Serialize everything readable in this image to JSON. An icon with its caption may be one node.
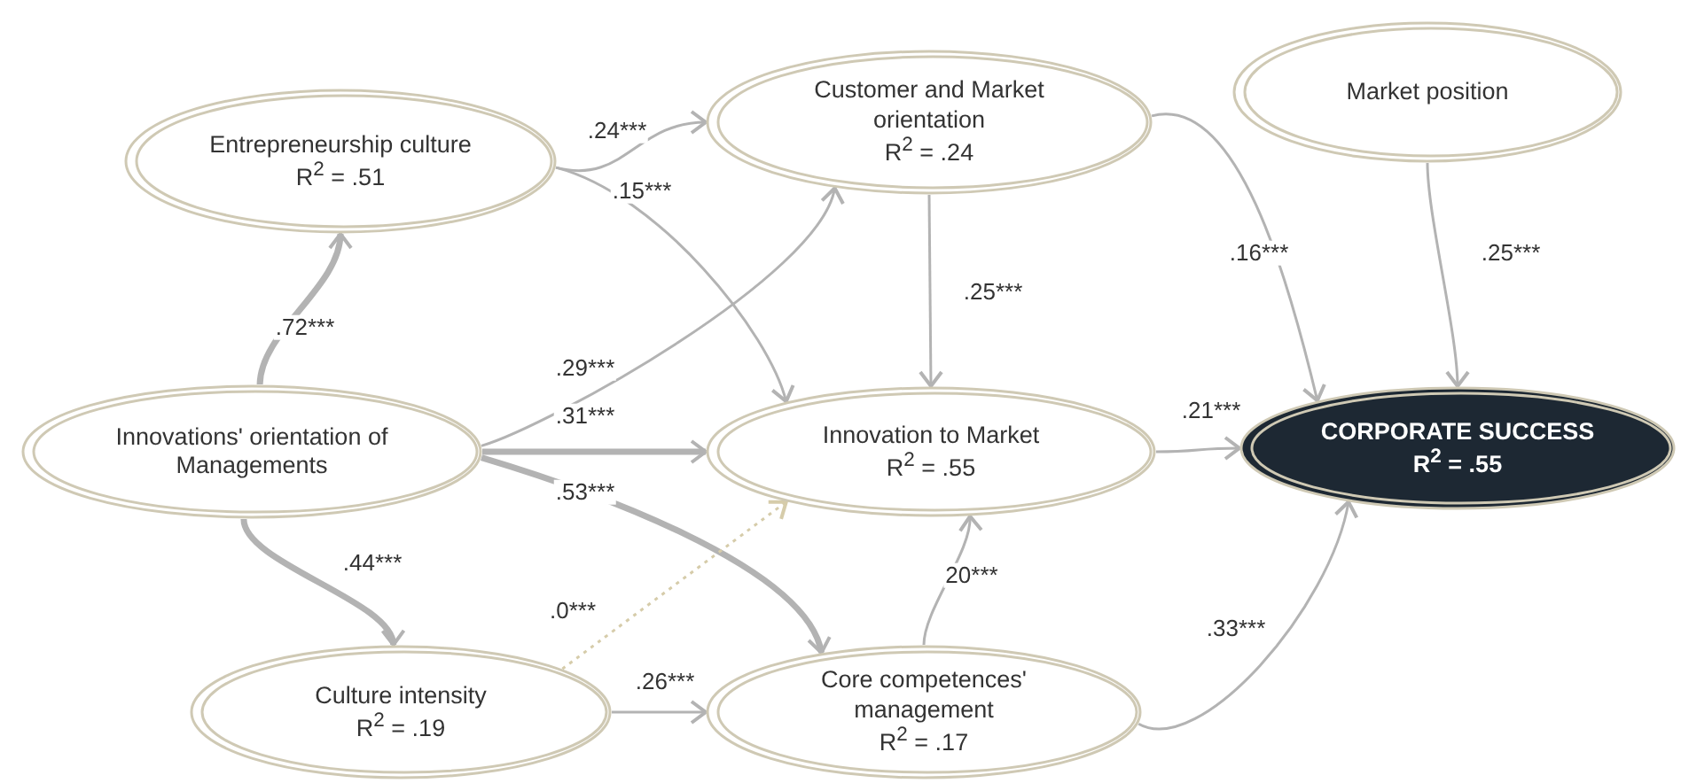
{
  "diagram": {
    "nodes": [
      {
        "text": [
          "Entrepreneurship culture",
          "R$^{2}$ = .51"
        ]
      },
      {
        "text": [
          "Customer and Market orientation",
          "R$^{2}$ = .24"
        ]
      },
      {
        "text": [
          "Market position"
        ]
      },
      {
        "text": [
          "Innovations' orientation  of Managements"
        ]
      },
      {
        "text": [
          "Innovation to Market",
          "R$^{2}$ = .55"
        ]
      },
      {
        "text": [
          "CORPORATE  SUCCESS",
          "R$^{2}$ = .55"
        ]
      },
      {
        "text": [
          "Culture intensity",
          "R$^{2}$ = .19"
        ]
      },
      {
        "text": [
          "Core competences' management",
          "R$^{2}$ = .17"
        ]
      }
    ],
    "edges": [
      {
        "from": 3,
        "to": 0,
        "arrow": "to",
        "label": ".72***",
        "style": "thick"
      },
      {
        "from": 0,
        "to": 1,
        "arrow": "to",
        "label": ".24***"
      },
      {
        "from": 0,
        "to": 4,
        "arrow": "to",
        "label": ".15***"
      },
      {
        "from": 3,
        "to": 1,
        "arrow": "to",
        "label": ".29***"
      },
      {
        "from": 3,
        "to": 4,
        "arrow": "to",
        "label": ".31***",
        "style": "thick"
      },
      {
        "from": 3,
        "to": 7,
        "arrow": "to",
        "label": ".53***",
        "style": "thick"
      },
      {
        "from": 3,
        "to": 6,
        "arrow": "to",
        "label": ".44***",
        "style": "thick"
      },
      {
        "from": 6,
        "to": 4,
        "arrow": "to",
        "label": ".0***",
        "style": "dashed",
        "color": "#d6ccaa"
      },
      {
        "from": 6,
        "to": 7,
        "arrow": "to",
        "label": ".26***"
      },
      {
        "from": 1,
        "to": 4,
        "arrow": "to",
        "label": ".25***"
      },
      {
        "from": 7,
        "to": 4,
        "arrow": "to",
        "label": "20***"
      },
      {
        "from": 1,
        "to": 5,
        "arrow": "to",
        "label": ".16***"
      },
      {
        "from": 2,
        "to": 5,
        "arrow": "to",
        "label": ".25***"
      },
      {
        "from": 4,
        "to": 5,
        "arrow": "to",
        "label": ".21***"
      },
      {
        "from": 7,
        "to": 5,
        "arrow": "to",
        "label": ".33***"
      }
    ]
  }
}
